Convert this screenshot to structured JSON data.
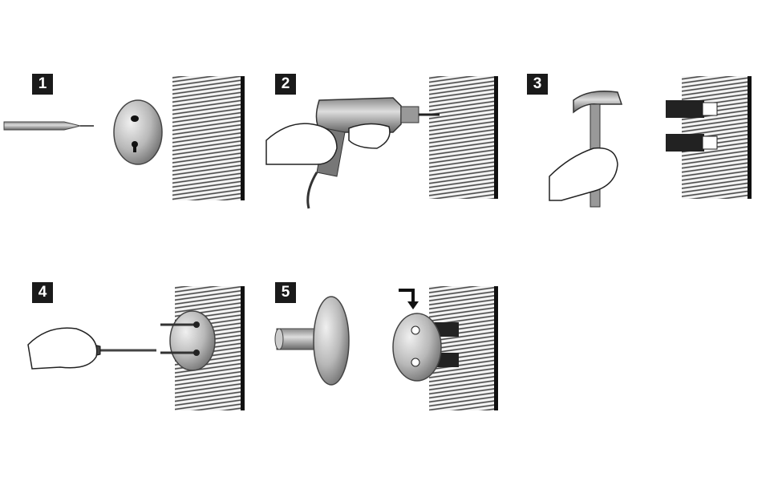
{
  "steps": [
    {
      "number": "1"
    },
    {
      "number": "2"
    },
    {
      "number": "3"
    },
    {
      "number": "4"
    },
    {
      "number": "5"
    }
  ],
  "colors": {
    "badge": "#1a1a1a",
    "metal": "#b8b8b8",
    "wall_line": "#333333"
  }
}
